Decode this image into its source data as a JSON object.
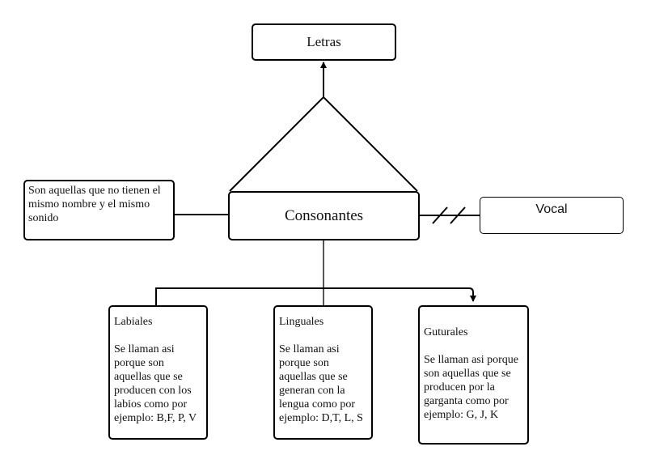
{
  "nodes": {
    "letras": "Letras",
    "consonantes": "Consonantes",
    "vocal": "Vocal",
    "definicion": "Son aquellas que no tienen el\nmismo nombre y el mismo\nsonido"
  },
  "categorias": [
    {
      "titulo": "Labiales",
      "descripcion": "Se llaman asi\nporque son\naquellas que se\nproducen con los\nlabios como por\nejemplo: B,F, P, V"
    },
    {
      "titulo": "Linguales",
      "descripcion": "Se llaman asi\nporque son\naquellas que se\ngeneran con la\nlengua como por\nejemplo: D,T, L, S"
    },
    {
      "titulo": "Guturales",
      "descripcion": "Se llaman asi porque\nson aquellas que se\nproducen por la\ngarganta como por\nejemplo: G, J, K"
    }
  ],
  "colors": {
    "stroke": "#000000",
    "connector": "#555555",
    "text": "#111111"
  }
}
